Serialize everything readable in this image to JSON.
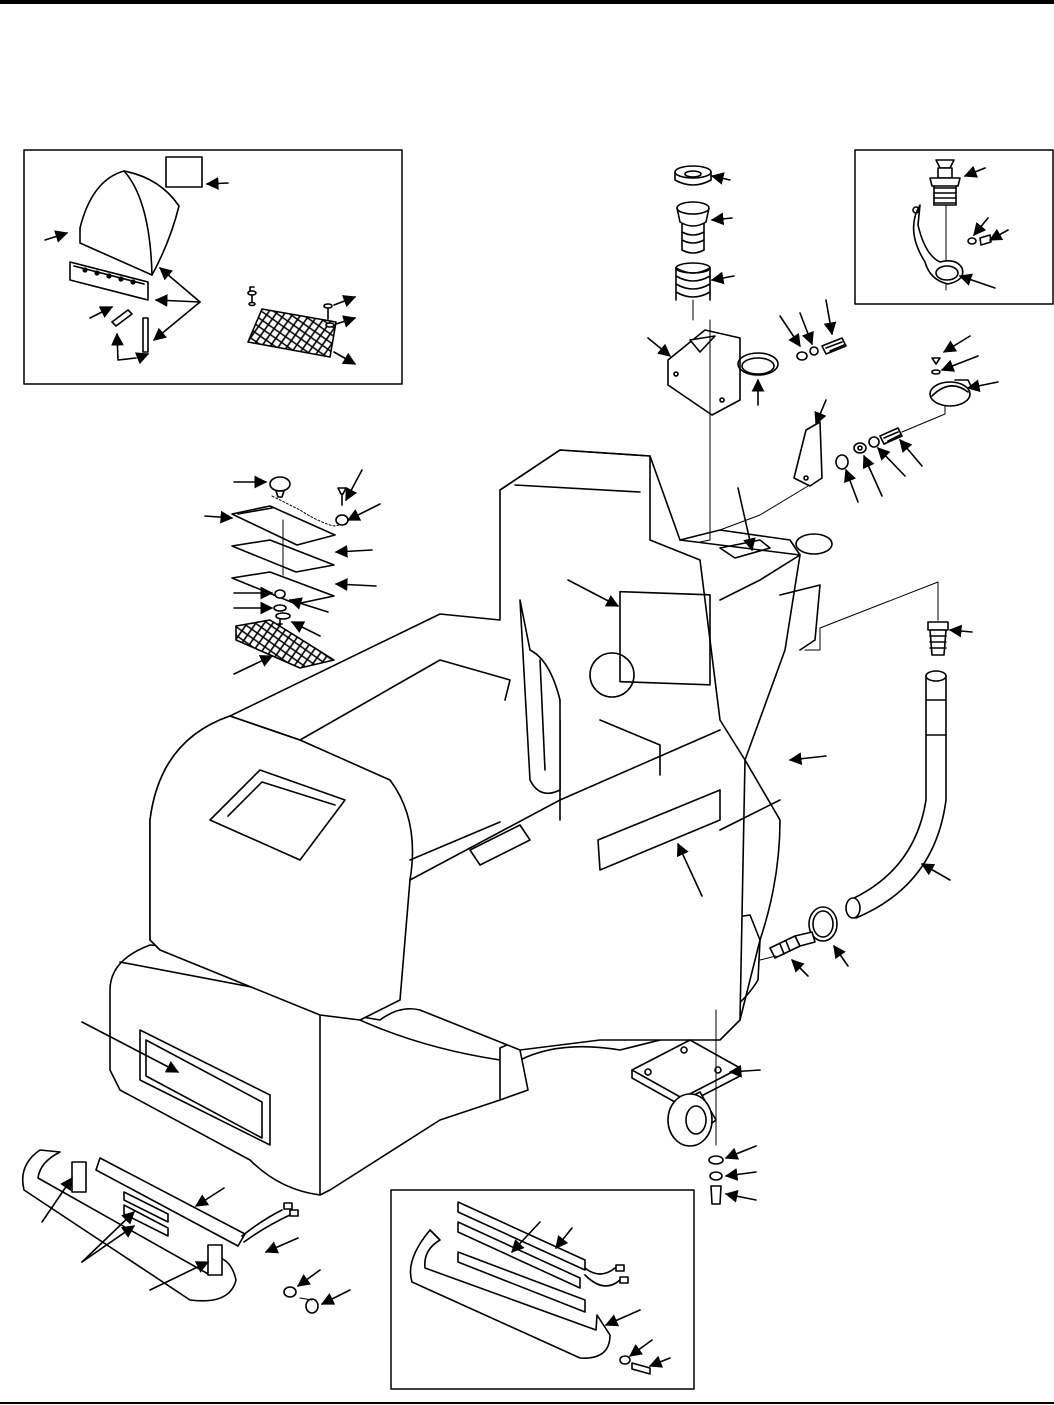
{
  "figure": {
    "kind": "exploded parts diagram",
    "text": []
  },
  "insets": [
    {
      "name": "seat-cushion-and-hinge-inset"
    },
    {
      "name": "drain-plug-inset"
    },
    {
      "name": "battery-tray-inset"
    }
  ],
  "colors": {
    "line": "#000000",
    "paper": "#ffffff",
    "fill": "#ffffff"
  },
  "icons": [
    "arrow-icon"
  ]
}
